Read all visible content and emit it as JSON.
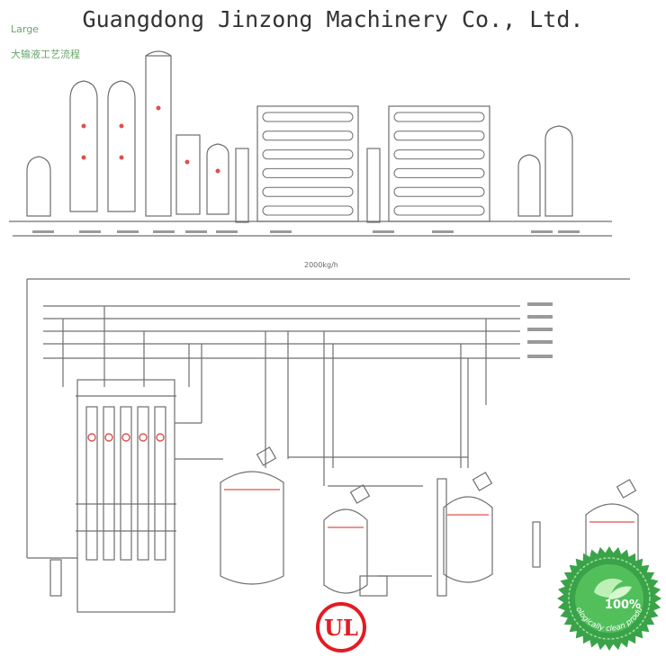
{
  "header": {
    "company": "Guangdong Jinzong Machinery Co., Ltd."
  },
  "diagram": {
    "title_latin": "Large",
    "title_cn": "大输液工艺流程",
    "flow_label": "2000kg/h",
    "line_labels": [
      "",
      "",
      "",
      "",
      ""
    ]
  },
  "badges": {
    "ul": {
      "text": "UL"
    },
    "eco": {
      "percent": "100%",
      "tagline": "biologically clean product"
    }
  },
  "colors": {
    "line": "#6f6f6f",
    "accent_red": "#d9534f",
    "ul_red": "#e31b23",
    "eco_green": "#3aa34a"
  }
}
